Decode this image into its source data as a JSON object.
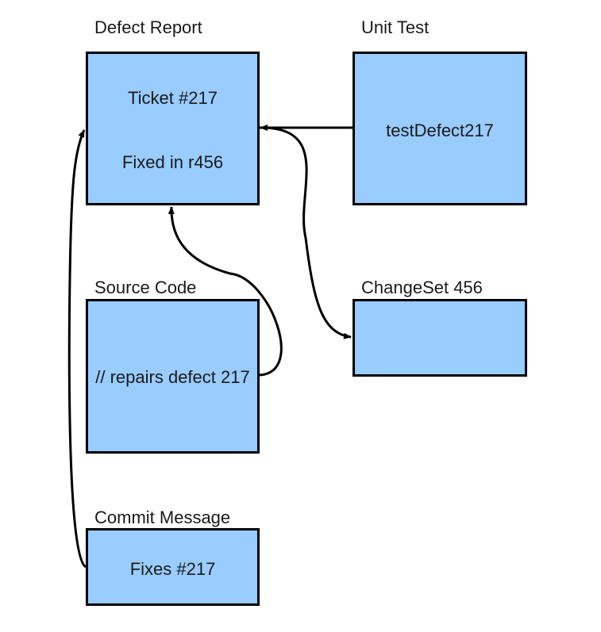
{
  "colors": {
    "box_fill": "#99ccff",
    "box_border": "#000000",
    "arrow": "#000000"
  },
  "nodes": {
    "defect_report": {
      "title": "Defect Report",
      "lines": [
        "Ticket #217",
        "Fixed in r456"
      ]
    },
    "unit_test": {
      "title": "Unit Test",
      "lines": [
        "testDefect217"
      ]
    },
    "source_code": {
      "title": "Source Code",
      "lines": [
        "// repairs defect 217"
      ]
    },
    "changeset": {
      "title": "ChangeSet 456",
      "lines": []
    },
    "commit_message": {
      "title": "Commit Message",
      "lines": [
        "Fixes #217"
      ]
    }
  },
  "edges": [
    {
      "from": "unit_test",
      "to": "defect_report"
    },
    {
      "from": "source_code",
      "to": "defect_report"
    },
    {
      "from": "commit_message",
      "to": "defect_report"
    },
    {
      "from": "defect_report",
      "to": "changeset"
    }
  ]
}
